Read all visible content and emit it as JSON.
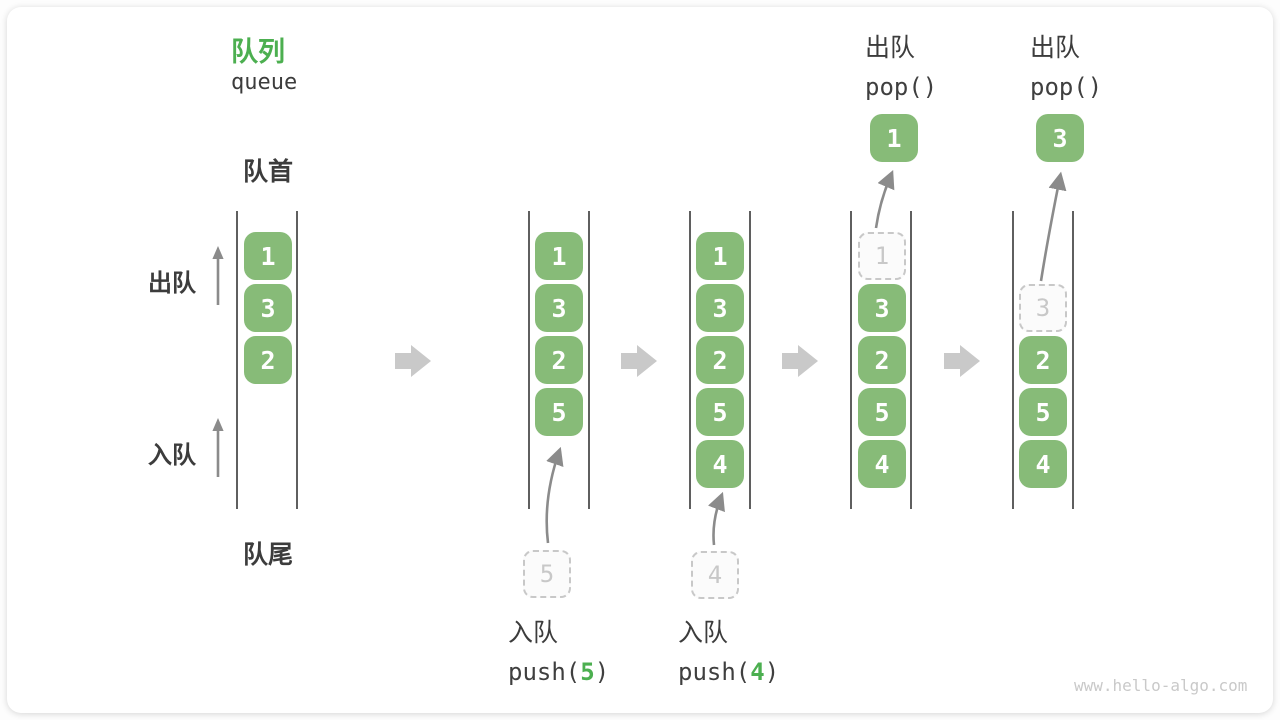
{
  "title": {
    "zh": "队列",
    "en": "queue"
  },
  "labels": {
    "front": "队首",
    "rear": "队尾",
    "dequeue_side": "出队",
    "enqueue_side": "入队"
  },
  "queues": {
    "state1": {
      "cells": [
        "1",
        "3",
        "2"
      ]
    },
    "state2": {
      "cells": [
        "1",
        "3",
        "2",
        "5"
      ]
    },
    "state3": {
      "cells": [
        "1",
        "3",
        "2",
        "5",
        "4"
      ]
    },
    "state4": {
      "ghost": "1",
      "cells": [
        "3",
        "2",
        "5",
        "4"
      ]
    },
    "state5": {
      "ghost": "3",
      "cells": [
        "2",
        "5",
        "4"
      ]
    }
  },
  "operations": {
    "push5": {
      "label": "入队",
      "fn": "push(",
      "arg": "5",
      "close": ")",
      "staged": "5"
    },
    "push4": {
      "label": "入队",
      "fn": "push(",
      "arg": "4",
      "close": ")",
      "staged": "4"
    },
    "pop1": {
      "label": "出队",
      "fn": "pop()",
      "popped": "1"
    },
    "pop2": {
      "label": "出队",
      "fn": "pop()",
      "popped": "3"
    }
  },
  "watermark": "www.hello-algo.com",
  "colors": {
    "accent_green": "#4caf50",
    "box_green": "#87bb78",
    "cell_ink": "#ffffff",
    "ink": "#3c3c3c",
    "code_ink": "#3f3f3f",
    "wall": "#5f5f5f",
    "flow_arrow": "#c9c9c9",
    "thin_arrow": "#8b8b8b",
    "ghost_border": "#c8c8c8",
    "ghost_ink": "#c8c8c8",
    "ghost_bg": "#fbfbfb",
    "watermark_ink": "#c9c9c9"
  }
}
